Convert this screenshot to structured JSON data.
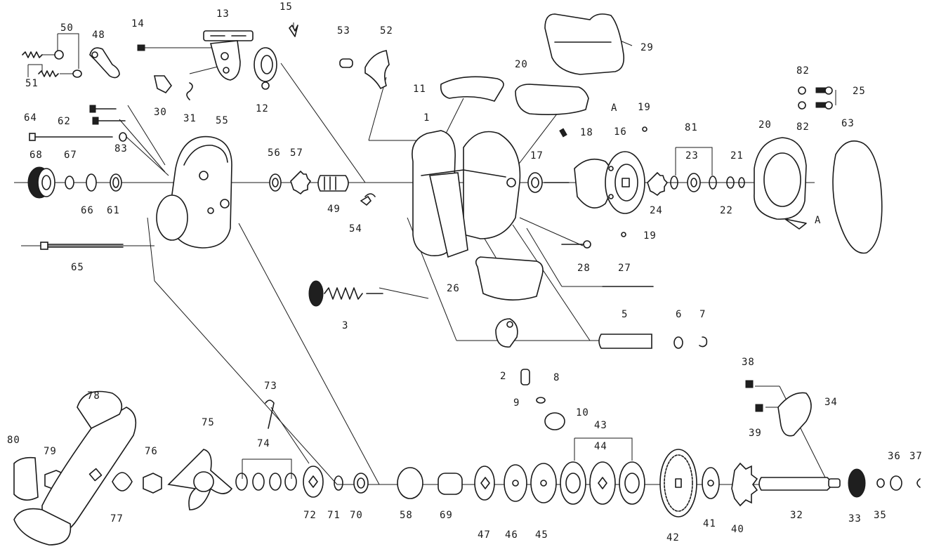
{
  "parts": {
    "p1": "1",
    "p2": "2",
    "p3": "3",
    "p5": "5",
    "p6": "6",
    "p7": "7",
    "p8": "8",
    "p9": "9",
    "p10": "10",
    "p11": "11",
    "p12": "12",
    "p13": "13",
    "p14": "14",
    "p15": "15",
    "p16": "16",
    "p17": "17",
    "p18": "18",
    "p19a": "19",
    "p19b": "19",
    "p20a": "20",
    "p20b": "20",
    "p21": "21",
    "p22": "22",
    "p23": "23",
    "p24": "24",
    "p25": "25",
    "p26": "26",
    "p27": "27",
    "p28": "28",
    "p29": "29",
    "p30": "30",
    "p31": "31",
    "p32": "32",
    "p33": "33",
    "p34": "34",
    "p35": "35",
    "p36": "36",
    "p37": "37",
    "p38": "38",
    "p39": "39",
    "p40": "40",
    "p41": "41",
    "p42": "42",
    "p43": "43",
    "p44": "44",
    "p45": "45",
    "p46": "46",
    "p47": "47",
    "p48": "48",
    "p49": "49",
    "p50": "50",
    "p51": "51",
    "p52": "52",
    "p53": "53",
    "p54": "54",
    "p55": "55",
    "p56": "56",
    "p57": "57",
    "p58": "58",
    "p61": "61",
    "p62": "62",
    "p63": "63",
    "p64": "64",
    "p65": "65",
    "p66": "66",
    "p67": "67",
    "p68": "68",
    "p69": "69",
    "p70": "70",
    "p71": "71",
    "p72": "72",
    "p73": "73",
    "p74": "74",
    "p75": "75",
    "p76": "76",
    "p77": "77",
    "p78": "78",
    "p79": "79",
    "p80": "80",
    "p81": "81",
    "p82a": "82",
    "p82b": "82",
    "p83": "83"
  },
  "refs": {
    "a1": "A",
    "a2": "A"
  }
}
